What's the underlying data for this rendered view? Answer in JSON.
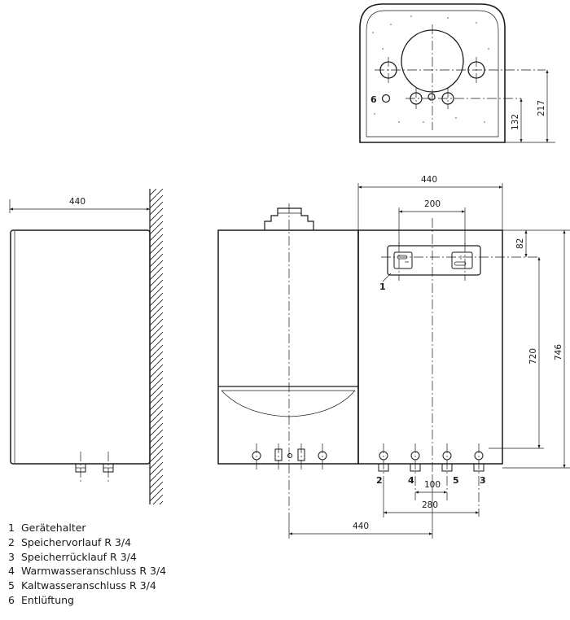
{
  "dimensions": {
    "top_217": "217",
    "top_132": "132",
    "side_width": "440",
    "front_bracket_width": "440",
    "front_200": "200",
    "front_82": "82",
    "front_720": "720",
    "front_746": "746",
    "bottom_100": "100",
    "bottom_280": "280",
    "bottom_440": "440"
  },
  "callouts": {
    "c1": "1",
    "c2": "2",
    "c3": "3",
    "c4": "4",
    "c5": "5",
    "c6": "6"
  },
  "legend": [
    {
      "num": "1",
      "text": "Gerätehalter"
    },
    {
      "num": "2",
      "text": "Speichervorlauf R 3/4"
    },
    {
      "num": "3",
      "text": "Speicherrücklauf R 3/4"
    },
    {
      "num": "4",
      "text": "Warmwasseranschluss R 3/4"
    },
    {
      "num": "5",
      "text": "Kaltwasseranschluss R 3/4"
    },
    {
      "num": "6",
      "text": "Entlüftung"
    }
  ]
}
